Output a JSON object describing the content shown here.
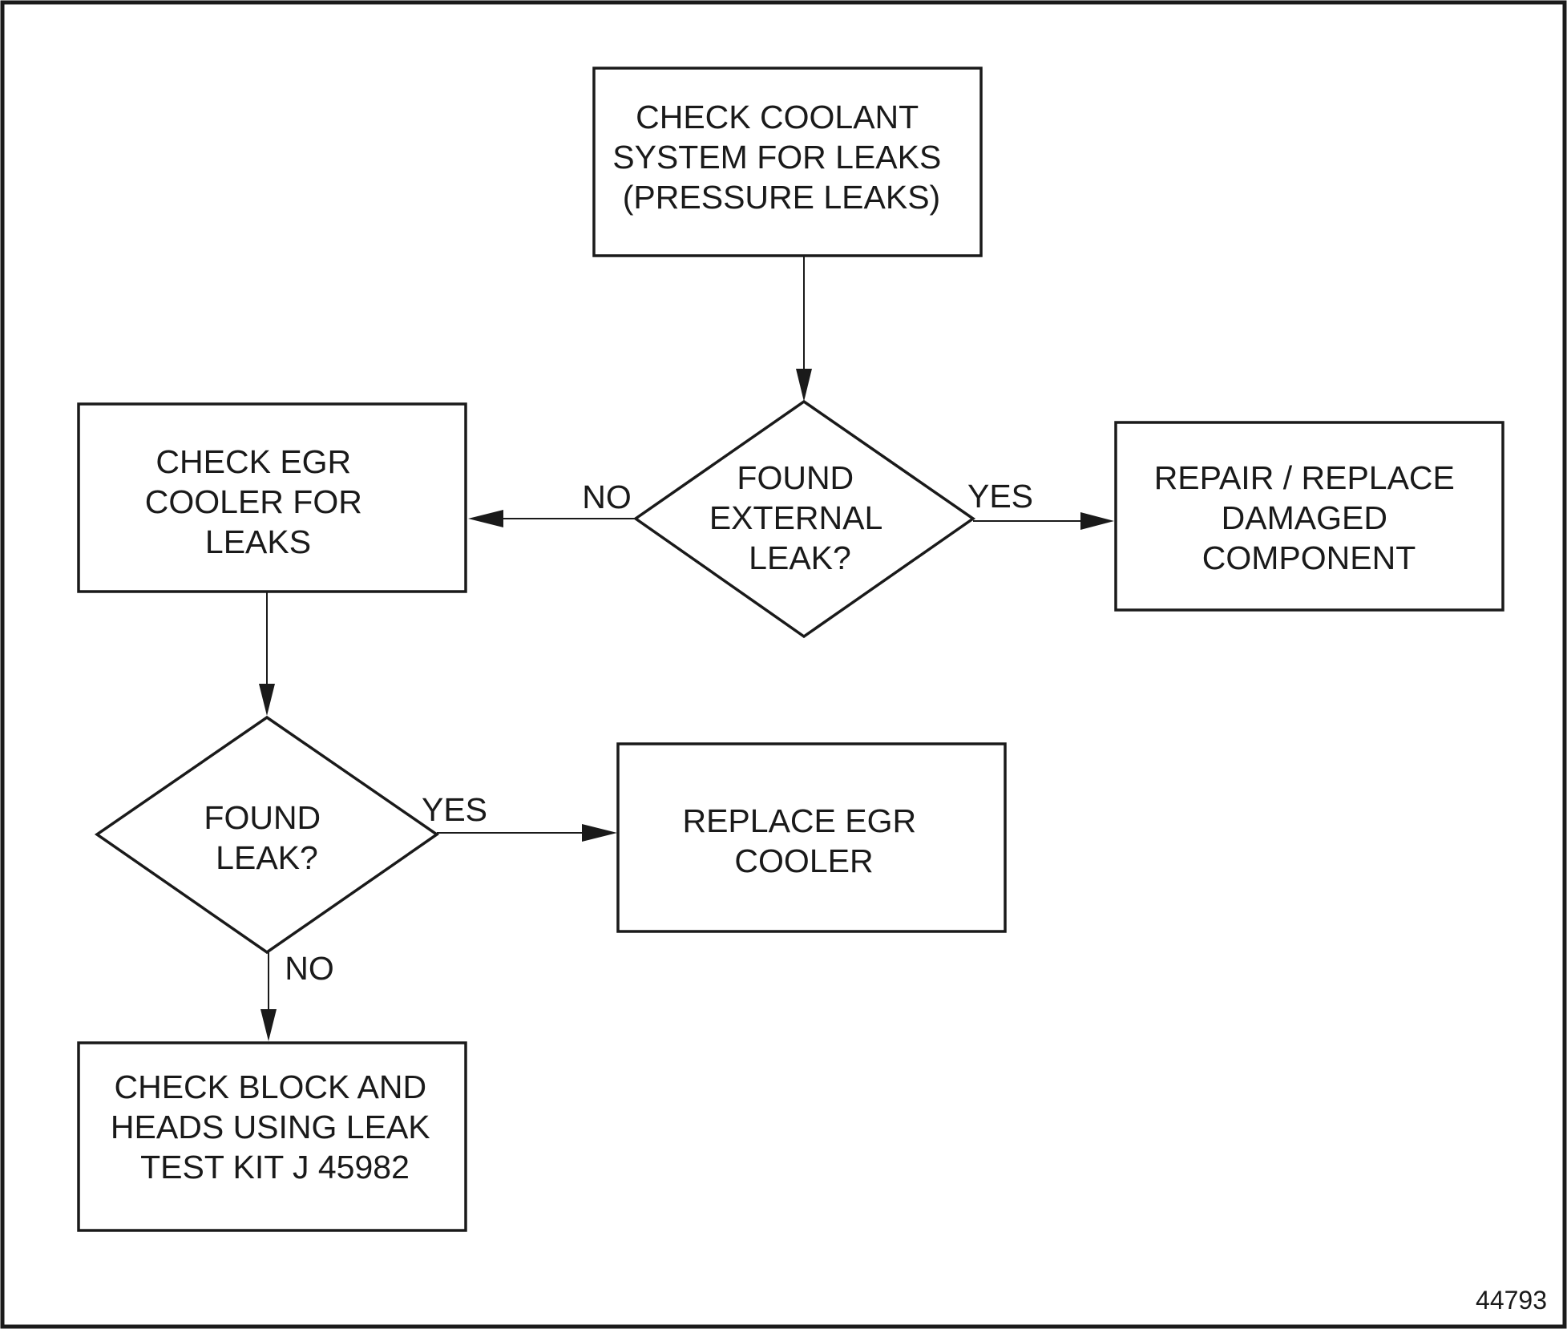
{
  "nodes": {
    "check_coolant": {
      "lines": [
        "CHECK COOLANT",
        "SYSTEM FOR LEAKS",
        "(PRESSURE LEAKS)"
      ]
    },
    "found_external_leak": {
      "lines": [
        "FOUND",
        "EXTERNAL",
        "LEAK?"
      ]
    },
    "repair_replace": {
      "lines": [
        "REPAIR / REPLACE",
        "DAMAGED",
        "COMPONENT"
      ]
    },
    "check_egr_cooler": {
      "lines": [
        "CHECK EGR",
        "COOLER FOR",
        "LEAKS"
      ]
    },
    "found_leak": {
      "lines": [
        "FOUND",
        "LEAK?"
      ]
    },
    "replace_egr_cooler": {
      "lines": [
        "REPLACE EGR",
        "COOLER"
      ]
    },
    "check_block_heads": {
      "lines": [
        "CHECK BLOCK AND",
        "HEADS USING LEAK",
        "TEST KIT J 45982"
      ]
    }
  },
  "edge_labels": {
    "external_no": "NO",
    "external_yes": "YES",
    "leak_yes": "YES",
    "leak_no": "NO"
  },
  "figure_number": "44793"
}
